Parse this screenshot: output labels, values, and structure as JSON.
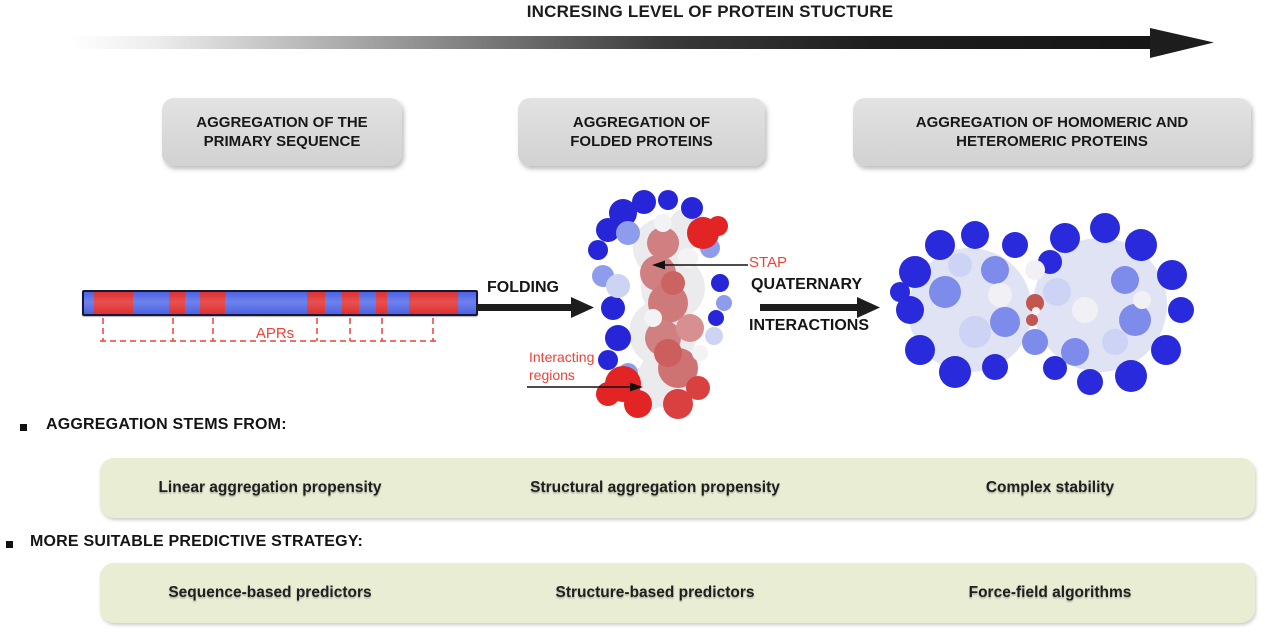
{
  "header": {
    "title": "INCRESING LEVEL OF PROTEIN STUCTURE"
  },
  "stages": [
    {
      "line1": "AGGREGATION OF THE",
      "line2": "PRIMARY SEQUENCE"
    },
    {
      "line1": "AGGREGATION OF",
      "line2": "FOLDED PROTEINS"
    },
    {
      "line1": "AGGREGATION OF HOMOMERIC AND",
      "line2": "HETEROMERIC PROTEINS"
    }
  ],
  "sequence": {
    "aprs_label": "APRs",
    "segments": [
      {
        "color": "blue",
        "w": 2.5
      },
      {
        "color": "red",
        "w": 10
      },
      {
        "color": "blue",
        "w": 9.3
      },
      {
        "color": "red",
        "w": 4
      },
      {
        "color": "blue",
        "w": 3.8
      },
      {
        "color": "red",
        "w": 6.3
      },
      {
        "color": "blue",
        "w": 21
      },
      {
        "color": "red",
        "w": 4.5
      },
      {
        "color": "blue",
        "w": 4.5
      },
      {
        "color": "red",
        "w": 4.3
      },
      {
        "color": "blue",
        "w": 4.3
      },
      {
        "color": "red",
        "w": 2.8
      },
      {
        "color": "blue",
        "w": 5.5
      },
      {
        "color": "red",
        "w": 12.5
      },
      {
        "color": "blue",
        "w": 4.7
      }
    ],
    "apr_marker_positions": [
      23,
      93,
      133,
      237,
      270,
      302,
      353
    ]
  },
  "transitions": {
    "folding": "FOLDING",
    "quaternary_line1": "QUATERNARY",
    "quaternary_line2": "INTERACTIONS"
  },
  "annotations": {
    "stap": "STAP",
    "interacting_line1": "Interacting",
    "interacting_line2": "regions"
  },
  "sections": [
    {
      "heading": "AGGREGATION STEMS FROM:",
      "items": [
        "Linear aggregation propensity",
        "Structural aggregation propensity",
        "Complex stability"
      ]
    },
    {
      "heading": "MORE SUITABLE PREDICTIVE STRATEGY:",
      "items": [
        "Sequence-based predictors",
        "Structure-based predictors",
        "Force-field algorithms"
      ]
    }
  ],
  "colors": {
    "bar_blue": "#4d63e0",
    "bar_red": "#dd3030",
    "accent_red": "#ef4137",
    "box_gray": "#d9d9d9",
    "box_green": "#e9edd4",
    "arrow_black": "#1d1d1d"
  }
}
